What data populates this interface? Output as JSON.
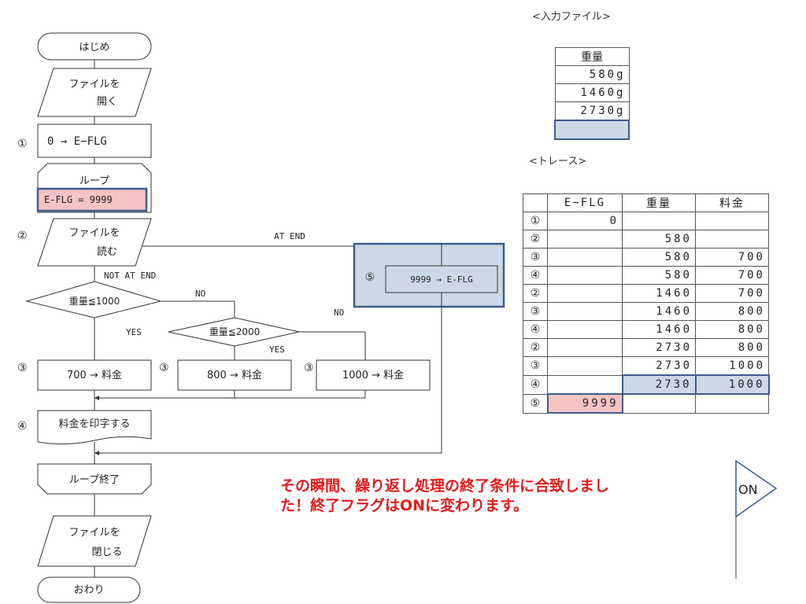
{
  "flowchart": {
    "start": "はじめ",
    "open_file_l1": "ファイルを",
    "open_file_l2": "開く",
    "init": "0 → E−FLG",
    "loop_begin": "ループ",
    "loop_cond": "E-FLG = 9999",
    "read_file_l1": "ファイルを",
    "read_file_l2": "読む",
    "at_end": "AT END",
    "not_at_end": "NOT AT END",
    "cond1": "重量≦1000",
    "cond2": "重量≦2000",
    "no1": "NO",
    "no2": "NO",
    "yes1": "YES",
    "yes2": "YES",
    "fee700": "700 → 料金",
    "fee800": "800 → 料金",
    "fee1000": "1000 → 料金",
    "print": "料金を印字する",
    "loop_end": "ループ終了",
    "set_flag": "9999 → E-FLG",
    "close_file_l1": "ファイルを",
    "close_file_l2": "閉じる",
    "finish": "おわり",
    "markers": {
      "m1": "①",
      "m2": "②",
      "m3": "③",
      "m4": "④",
      "m5": "⑤"
    }
  },
  "input_file": {
    "caption": "<入力ファイル>",
    "header": "重量",
    "rows": [
      "580g",
      "1460g",
      "2730g",
      ""
    ]
  },
  "trace": {
    "caption": "<トレース>",
    "headers": [
      "",
      "E−FLG",
      "重量",
      "料金"
    ],
    "rows": [
      [
        "①",
        "0",
        "",
        ""
      ],
      [
        "②",
        "",
        "580",
        ""
      ],
      [
        "③",
        "",
        "580",
        "700"
      ],
      [
        "④",
        "",
        "580",
        "700"
      ],
      [
        "②",
        "",
        "1460",
        "700"
      ],
      [
        "③",
        "",
        "1460",
        "800"
      ],
      [
        "④",
        "",
        "1460",
        "800"
      ],
      [
        "②",
        "",
        "2730",
        "800"
      ],
      [
        "③",
        "",
        "2730",
        "1000"
      ],
      [
        "④",
        "",
        "2730",
        "1000"
      ],
      [
        "⑤",
        "9999",
        "",
        ""
      ]
    ]
  },
  "message": {
    "line1": "その瞬間、繰り返し処理の終了条件に合致しまし",
    "line2": "た！終了フラグはONに変わります。"
  },
  "flag": {
    "label": "ON"
  },
  "colors": {
    "highlight_blue": "#cdd8e6",
    "highlight_pink": "#f6c3c3",
    "border_blue": "#3d5d8a",
    "message_red": "#e31b1b"
  }
}
